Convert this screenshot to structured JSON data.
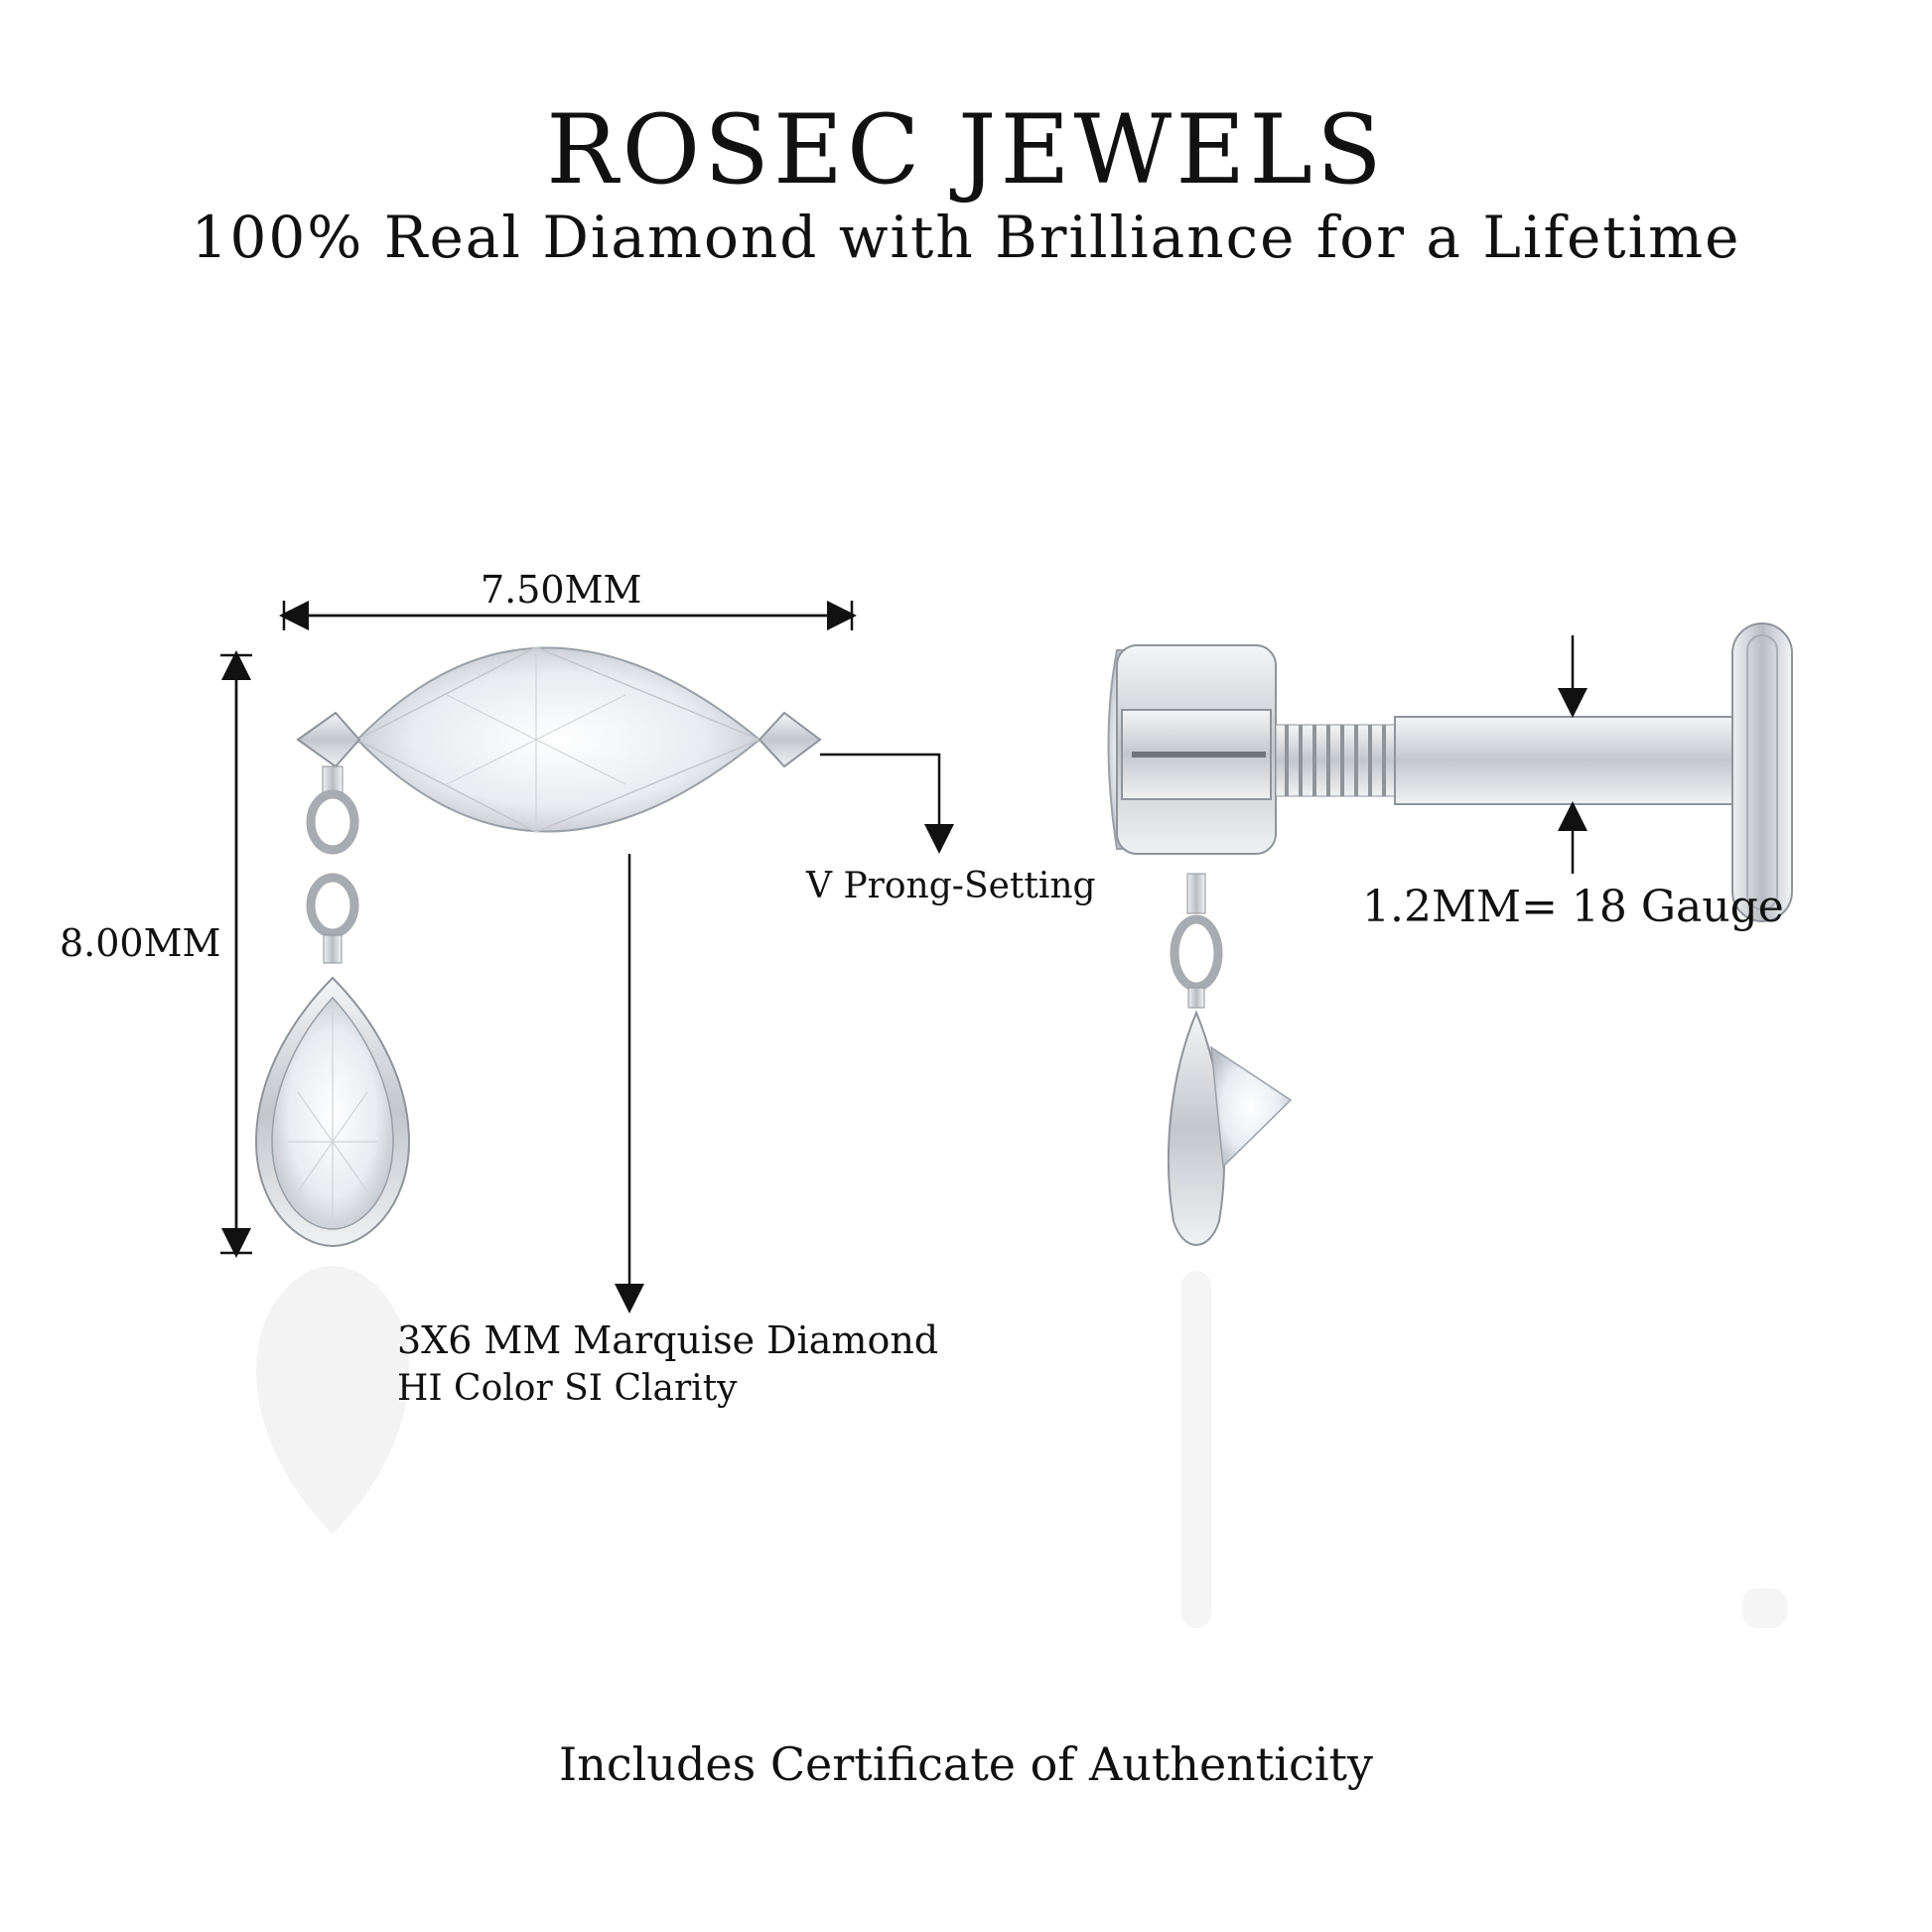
{
  "header": {
    "brand": "ROSEC JEWELS",
    "tagline": "100% Real Diamond with Brilliance for a Lifetime"
  },
  "front_view": {
    "width_label": "7.50MM",
    "height_label": "8.00MM",
    "prong_label": "V Prong-Setting",
    "stone_label_line1": "3X6 MM Marquise Diamond",
    "stone_label_line2": "HI Color SI Clarity"
  },
  "side_view": {
    "gauge_label": "1.2MM= 18 Gauge"
  },
  "footer": {
    "certificate": "Includes Certificate of Authenticity"
  },
  "colors": {
    "metal": "#c9ccd1",
    "metal_dark": "#8f949b",
    "text": "#111111",
    "background": "#ffffff"
  }
}
